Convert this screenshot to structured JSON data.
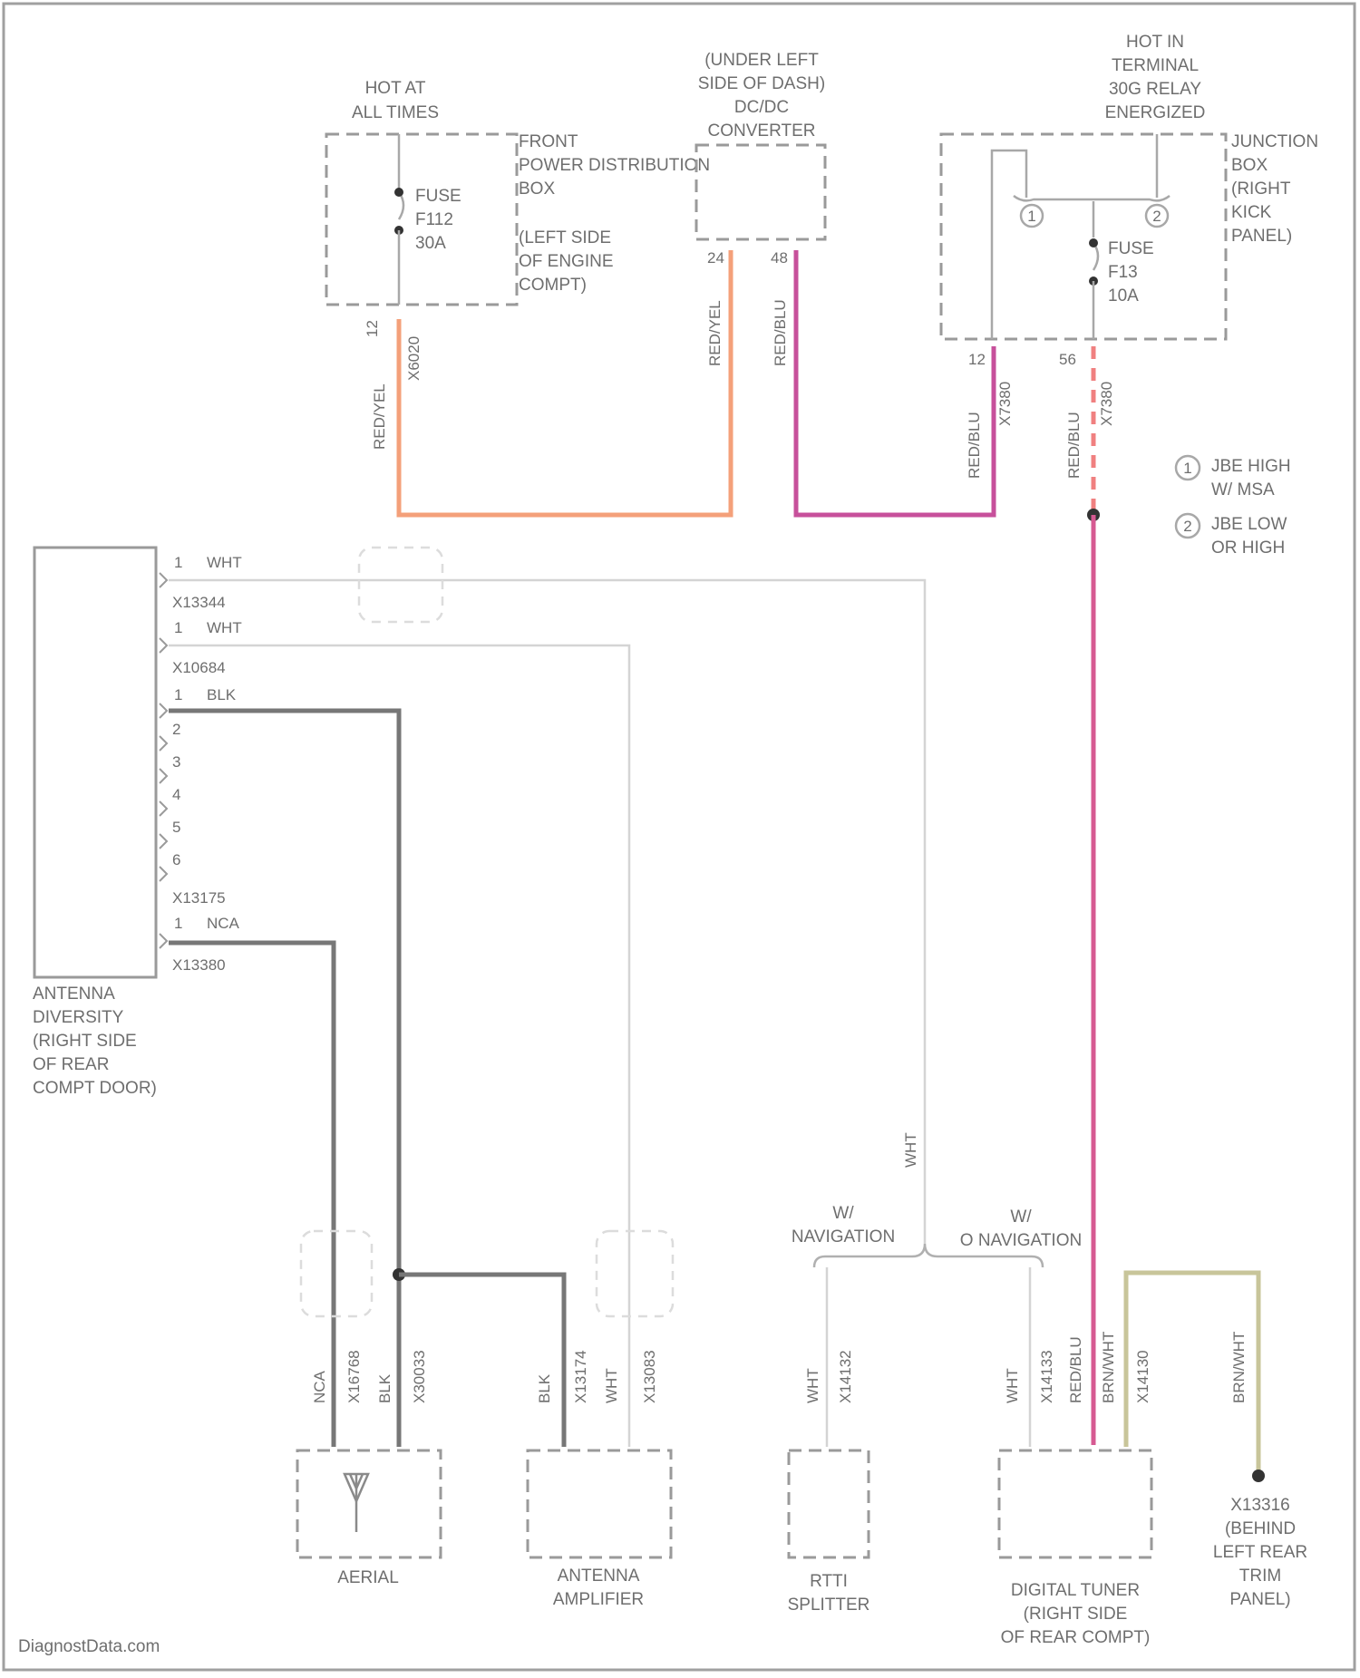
{
  "power_sources": {
    "hot_at_all_times": [
      "HOT AT",
      "ALL TIMES"
    ],
    "hot_in_terminal": [
      "HOT IN",
      "TERMINAL",
      "30G RELAY",
      "ENERGIZED"
    ]
  },
  "front_pdb": {
    "label": [
      "FRONT",
      "POWER DISTRIBUTION",
      "BOX"
    ],
    "location": [
      "(LEFT SIDE",
      "OF ENGINE",
      "COMPT)"
    ],
    "fuse": [
      "FUSE",
      "F112",
      "30A"
    ]
  },
  "dcdc": {
    "label": [
      "(UNDER LEFT",
      "SIDE OF DASH)",
      "DC/DC",
      "CONVERTER"
    ]
  },
  "junction_box": {
    "label": [
      "JUNCTION",
      "BOX",
      "(RIGHT",
      "KICK",
      "PANEL)"
    ],
    "fuse": [
      "FUSE",
      "F13",
      "10A"
    ]
  },
  "legend": [
    {
      "symbol": "1",
      "text": [
        "JBE HIGH",
        "W/ MSA"
      ]
    },
    {
      "symbol": "2",
      "text": [
        "JBE LOW",
        "OR HIGH"
      ]
    }
  ],
  "wires": {
    "fuse_out_color": "RED/YEL",
    "fuse_out_pin": "12",
    "fuse_out_connector": "X6020",
    "dcdc_in_pin": "24",
    "dcdc_in_color": "RED/YEL",
    "dcdc_out_pin": "48",
    "dcdc_out_color": "RED/BLU",
    "jb_left_color": "RED/BLU",
    "jb_left_connector": "X7380",
    "jb_right_color": "RED/BLU",
    "jb_right_connector": "X7380",
    "jb_left_pin": "12",
    "jb_right_pin": "56",
    "nav_color": "WHT",
    "tuner_power_color": "RED/BLU",
    "tuner_ground_color": "BRN/WHT",
    "tuner_ground_connector": "X14130",
    "ground_wire_color": "BRN/WHT",
    "aerial_wire_a_color": "NCA",
    "aerial_wire_a_connector": "X16768",
    "aerial_wire_b_color": "BLK",
    "aerial_wire_b_connector": "X30033",
    "amp_wire_a_color": "BLK",
    "amp_wire_a_connector": "X13174",
    "amp_wire_b_color": "WHT",
    "amp_wire_b_connector": "X13083",
    "splitter_wire_color": "WHT",
    "splitter_wire_connector": "X14132",
    "tuner_wire_color": "WHT",
    "tuner_wire_connector": "X14133"
  },
  "antenna_diversity": {
    "label": [
      "ANTENNA",
      "DIVERSITY",
      "(RIGHT SIDE",
      "OF REAR",
      "COMPT DOOR)"
    ],
    "pins": [
      {
        "pin": "1",
        "color": "WHT"
      },
      {
        "pin": "1",
        "color": "WHT"
      },
      {
        "pin": "1",
        "color": "BLK"
      },
      {
        "pin": "2",
        "color": ""
      },
      {
        "pin": "3",
        "color": ""
      },
      {
        "pin": "4",
        "color": ""
      },
      {
        "pin": "5",
        "color": ""
      },
      {
        "pin": "6",
        "color": ""
      },
      {
        "pin": "1",
        "color": "NCA"
      }
    ],
    "connectors": [
      "X13344",
      "X10684",
      "X13175",
      "X13380"
    ]
  },
  "nav_labels": {
    "with_nav": [
      "W/",
      "NAVIGATION"
    ],
    "without_nav": [
      "W/",
      "O NAVIGATION"
    ]
  },
  "components": {
    "aerial": "AERIAL",
    "antenna_amplifier": [
      "ANTENNA",
      "AMPLIFIER"
    ],
    "rtti_splitter": [
      "RTTI",
      "SPLITTER"
    ],
    "digital_tuner": [
      "DIGITAL TUNER",
      "(RIGHT SIDE",
      "OF REAR COMPT)"
    ],
    "ground": [
      "X13316",
      "(BEHIND",
      "LEFT REAR",
      "TRIM",
      "PANEL)"
    ]
  },
  "watermark": "DiagnostData.com",
  "colors": {
    "orange_wire": "#f4a07a",
    "magenta_wire": "#c7509b",
    "pink_wire": "#d65a92",
    "dashed_pink": "#f08080",
    "dark_wire": "#777777",
    "olive_wire": "#c8c59a",
    "white_wire": "#d8d8d8"
  }
}
